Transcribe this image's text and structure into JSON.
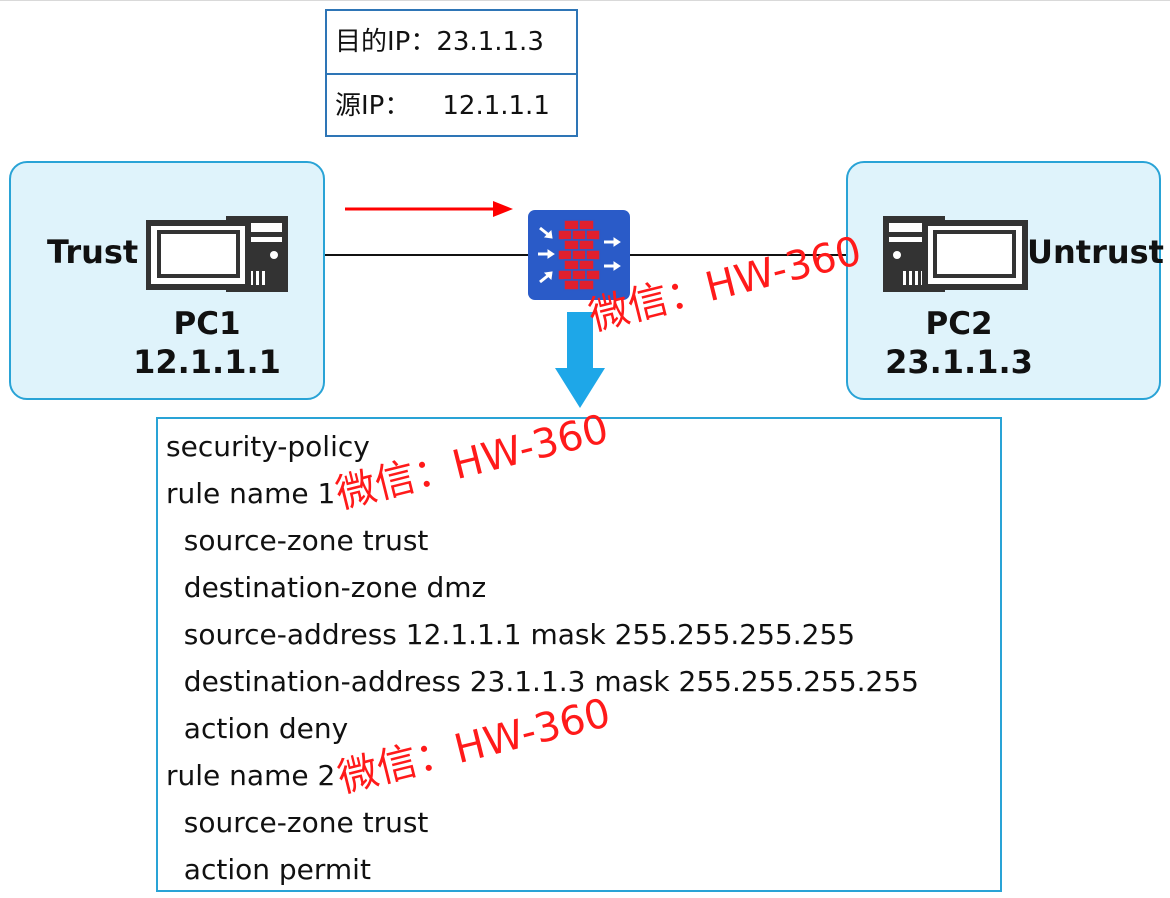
{
  "packet": {
    "dst_label": "目的IP：",
    "dst_value": "23.1.1.3",
    "src_label": "源IP：",
    "src_value": "12.1.1.1"
  },
  "zones": {
    "trust": {
      "label": "Trust",
      "pc_name": "PC1",
      "pc_ip": "12.1.1.1"
    },
    "untrust": {
      "label": "Untrust",
      "pc_name": "PC2",
      "pc_ip": "23.1.1.3"
    }
  },
  "config": {
    "lines": [
      "security-policy",
      "rule name 1",
      "  source-zone trust",
      "  destination-zone dmz",
      "  source-address 12.1.1.1 mask 255.255.255.255",
      "  destination-address 23.1.1.3 mask 255.255.255.255",
      "  action deny",
      "rule name 2",
      "  source-zone trust",
      "  action permit"
    ]
  },
  "watermark": {
    "text": "微信：HW-360"
  },
  "icons": {
    "pc": "desktop-computer-icon",
    "firewall": "firewall-icon",
    "traffic_arrow": "arrow-right-icon",
    "down_arrow": "arrow-down-icon"
  },
  "colors": {
    "zone_border": "#29a3d6",
    "zone_fill": "#dff3fb",
    "packet_border": "#2e75b6",
    "firewall_fill": "#2a5bc8",
    "firewall_bricks": "#e0202e",
    "traffic_arrow": "#ff0000",
    "down_arrow": "#1ea7e8",
    "watermark": "#ff1a1a"
  }
}
